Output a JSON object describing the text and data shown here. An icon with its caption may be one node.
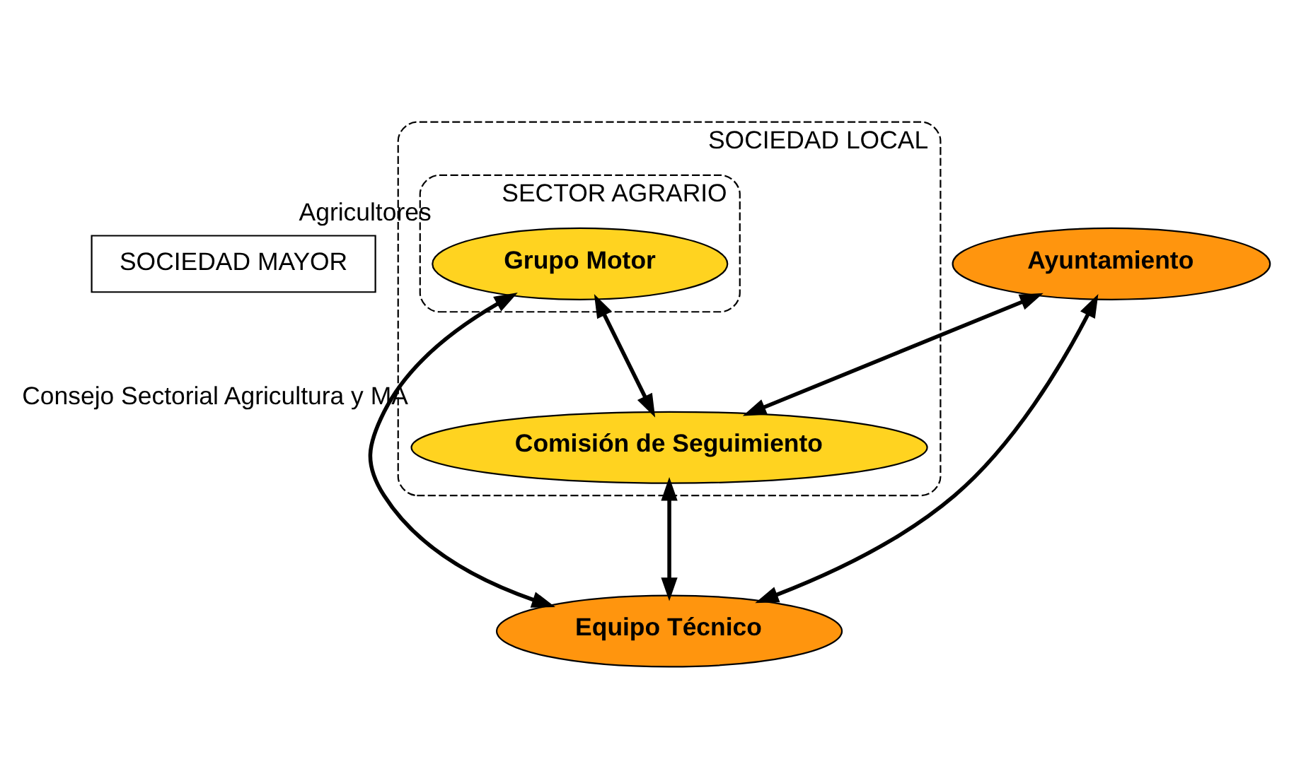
{
  "diagram": {
    "nodes": [
      {
        "text": [
          "SOCIEDAD MAYOR"
        ]
      },
      {
        "text": [
          "SOCIEDAD LOCAL"
        ]
      },
      {
        "text": [
          "SECTOR AGRARIO"
        ],
        "in": 1
      },
      {
        "text": [
          "Grupo Motor"
        ],
        "in": 2,
        "beside": [
          "Agricultores"
        ]
      },
      {
        "text": [
          "Comisión de Seguimiento"
        ],
        "in": 1,
        "beside": [
          "Consejo Sectorial Agricultura y MA"
        ]
      },
      {
        "text": [
          "Ayuntamiento"
        ]
      },
      {
        "text": [
          "Equipo Técnico"
        ]
      }
    ],
    "edges": [
      {
        "from": 3,
        "to": 4,
        "arrow": "both"
      },
      {
        "from": 5,
        "to": 4,
        "arrow": "both"
      },
      {
        "from": 4,
        "to": 6,
        "arrow": "both"
      },
      {
        "from": 5,
        "to": 6,
        "arrow": "both"
      },
      {
        "from": 3,
        "to": 6,
        "arrow": "both"
      }
    ]
  }
}
